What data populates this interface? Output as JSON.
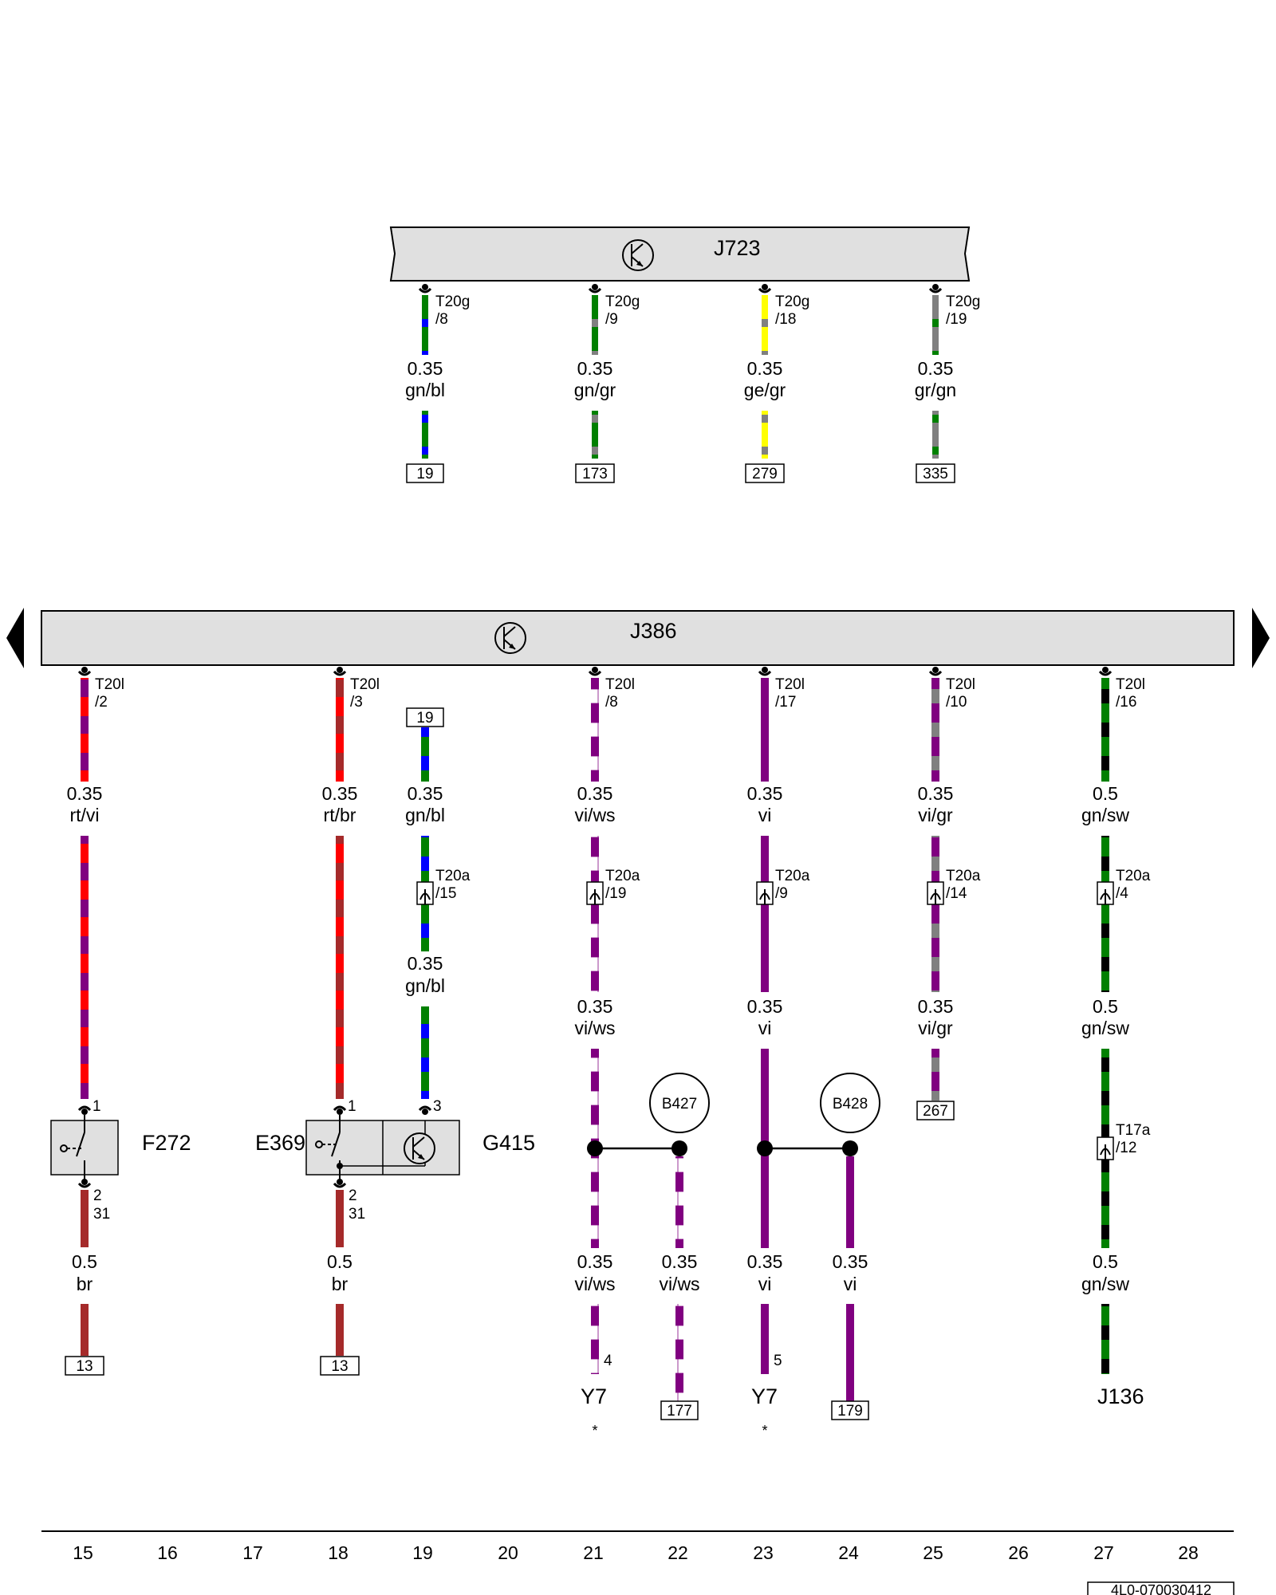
{
  "colors": {
    "rt": "#ff0000",
    "vi": "#800080",
    "br": "#a52a2a",
    "gn": "#008000",
    "bl": "#0000ff",
    "gr": "#808080",
    "ge": "#ffff00",
    "ws": "#ffffff",
    "sw": "#000000",
    "module_fill": "#e0e0e0",
    "component_fill": "#e0e0e0"
  },
  "modules": {
    "j723": "J723",
    "j386": "J386"
  },
  "top_wires": [
    {
      "connector": "T20g",
      "pin": "/8",
      "size": "0.35",
      "color": "gn/bl",
      "ref": "19"
    },
    {
      "connector": "T20g",
      "pin": "/9",
      "size": "0.35",
      "color": "gn/gr",
      "ref": "173"
    },
    {
      "connector": "T20g",
      "pin": "/18",
      "size": "0.35",
      "color": "ge/gr",
      "ref": "279"
    },
    {
      "connector": "T20g",
      "pin": "/19",
      "size": "0.35",
      "color": "gr/gn",
      "ref": "335"
    }
  ],
  "bottom_wires": {
    "w15": {
      "connector": "T20l",
      "pin": "/2",
      "size": "0.35",
      "color": "rt/vi",
      "pin_top": "1",
      "pin_bot": "2",
      "pin_ground": "31",
      "size2": "0.5",
      "color2": "br",
      "ref": "13"
    },
    "w18": {
      "connector": "T20l",
      "pin": "/3",
      "size": "0.35",
      "color": "rt/br",
      "pin_top": "1",
      "pin_bot": "2",
      "pin_ground": "31",
      "size2": "0.5",
      "color2": "br",
      "ref": "13"
    },
    "w19": {
      "ref_top": "19",
      "size": "0.35",
      "color": "gn/bl",
      "connector2": "T20a",
      "pin2": "/15",
      "size2": "0.35",
      "color2": "gn/bl",
      "pin_comp": "3"
    },
    "w21": {
      "connector": "T20l",
      "pin": "/8",
      "size": "0.35",
      "color": "vi/ws",
      "connector2": "T20a",
      "pin2": "/19",
      "size2": "0.35",
      "color2": "vi/ws",
      "size3": "0.35",
      "color3": "vi/ws",
      "pin_end": "4",
      "end": "Y7",
      "star": "*"
    },
    "w22": {
      "size": "0.35",
      "color": "vi/ws",
      "ref": "177",
      "splice": "B427"
    },
    "w23": {
      "connector": "T20l",
      "pin": "/17",
      "size": "0.35",
      "color": "vi",
      "connector2": "T20a",
      "pin2": "/9",
      "size2": "0.35",
      "color2": "vi",
      "size3": "0.35",
      "color3": "vi",
      "pin_end": "5",
      "end": "Y7",
      "star": "*"
    },
    "w24": {
      "size": "0.35",
      "color": "vi",
      "ref": "179",
      "splice": "B428"
    },
    "w25": {
      "connector": "T20l",
      "pin": "/10",
      "size": "0.35",
      "color": "vi/gr",
      "connector2": "T20a",
      "pin2": "/14",
      "size2": "0.35",
      "color2": "vi/gr",
      "ref": "267"
    },
    "w27": {
      "connector": "T20l",
      "pin": "/16",
      "size": "0.5",
      "color": "gn/sw",
      "connector2": "T20a",
      "pin2": "/4",
      "size2": "0.5",
      "color2": "gn/sw",
      "connector3": "T17a",
      "pin3": "/12",
      "size3": "0.5",
      "color3": "gn/sw",
      "end": "J136"
    }
  },
  "components": {
    "f272": "F272",
    "e369": "E369",
    "g415": "G415"
  },
  "columns": [
    "15",
    "16",
    "17",
    "18",
    "19",
    "20",
    "21",
    "22",
    "23",
    "24",
    "25",
    "26",
    "27",
    "28"
  ],
  "doc_code": "4L0-070030412"
}
